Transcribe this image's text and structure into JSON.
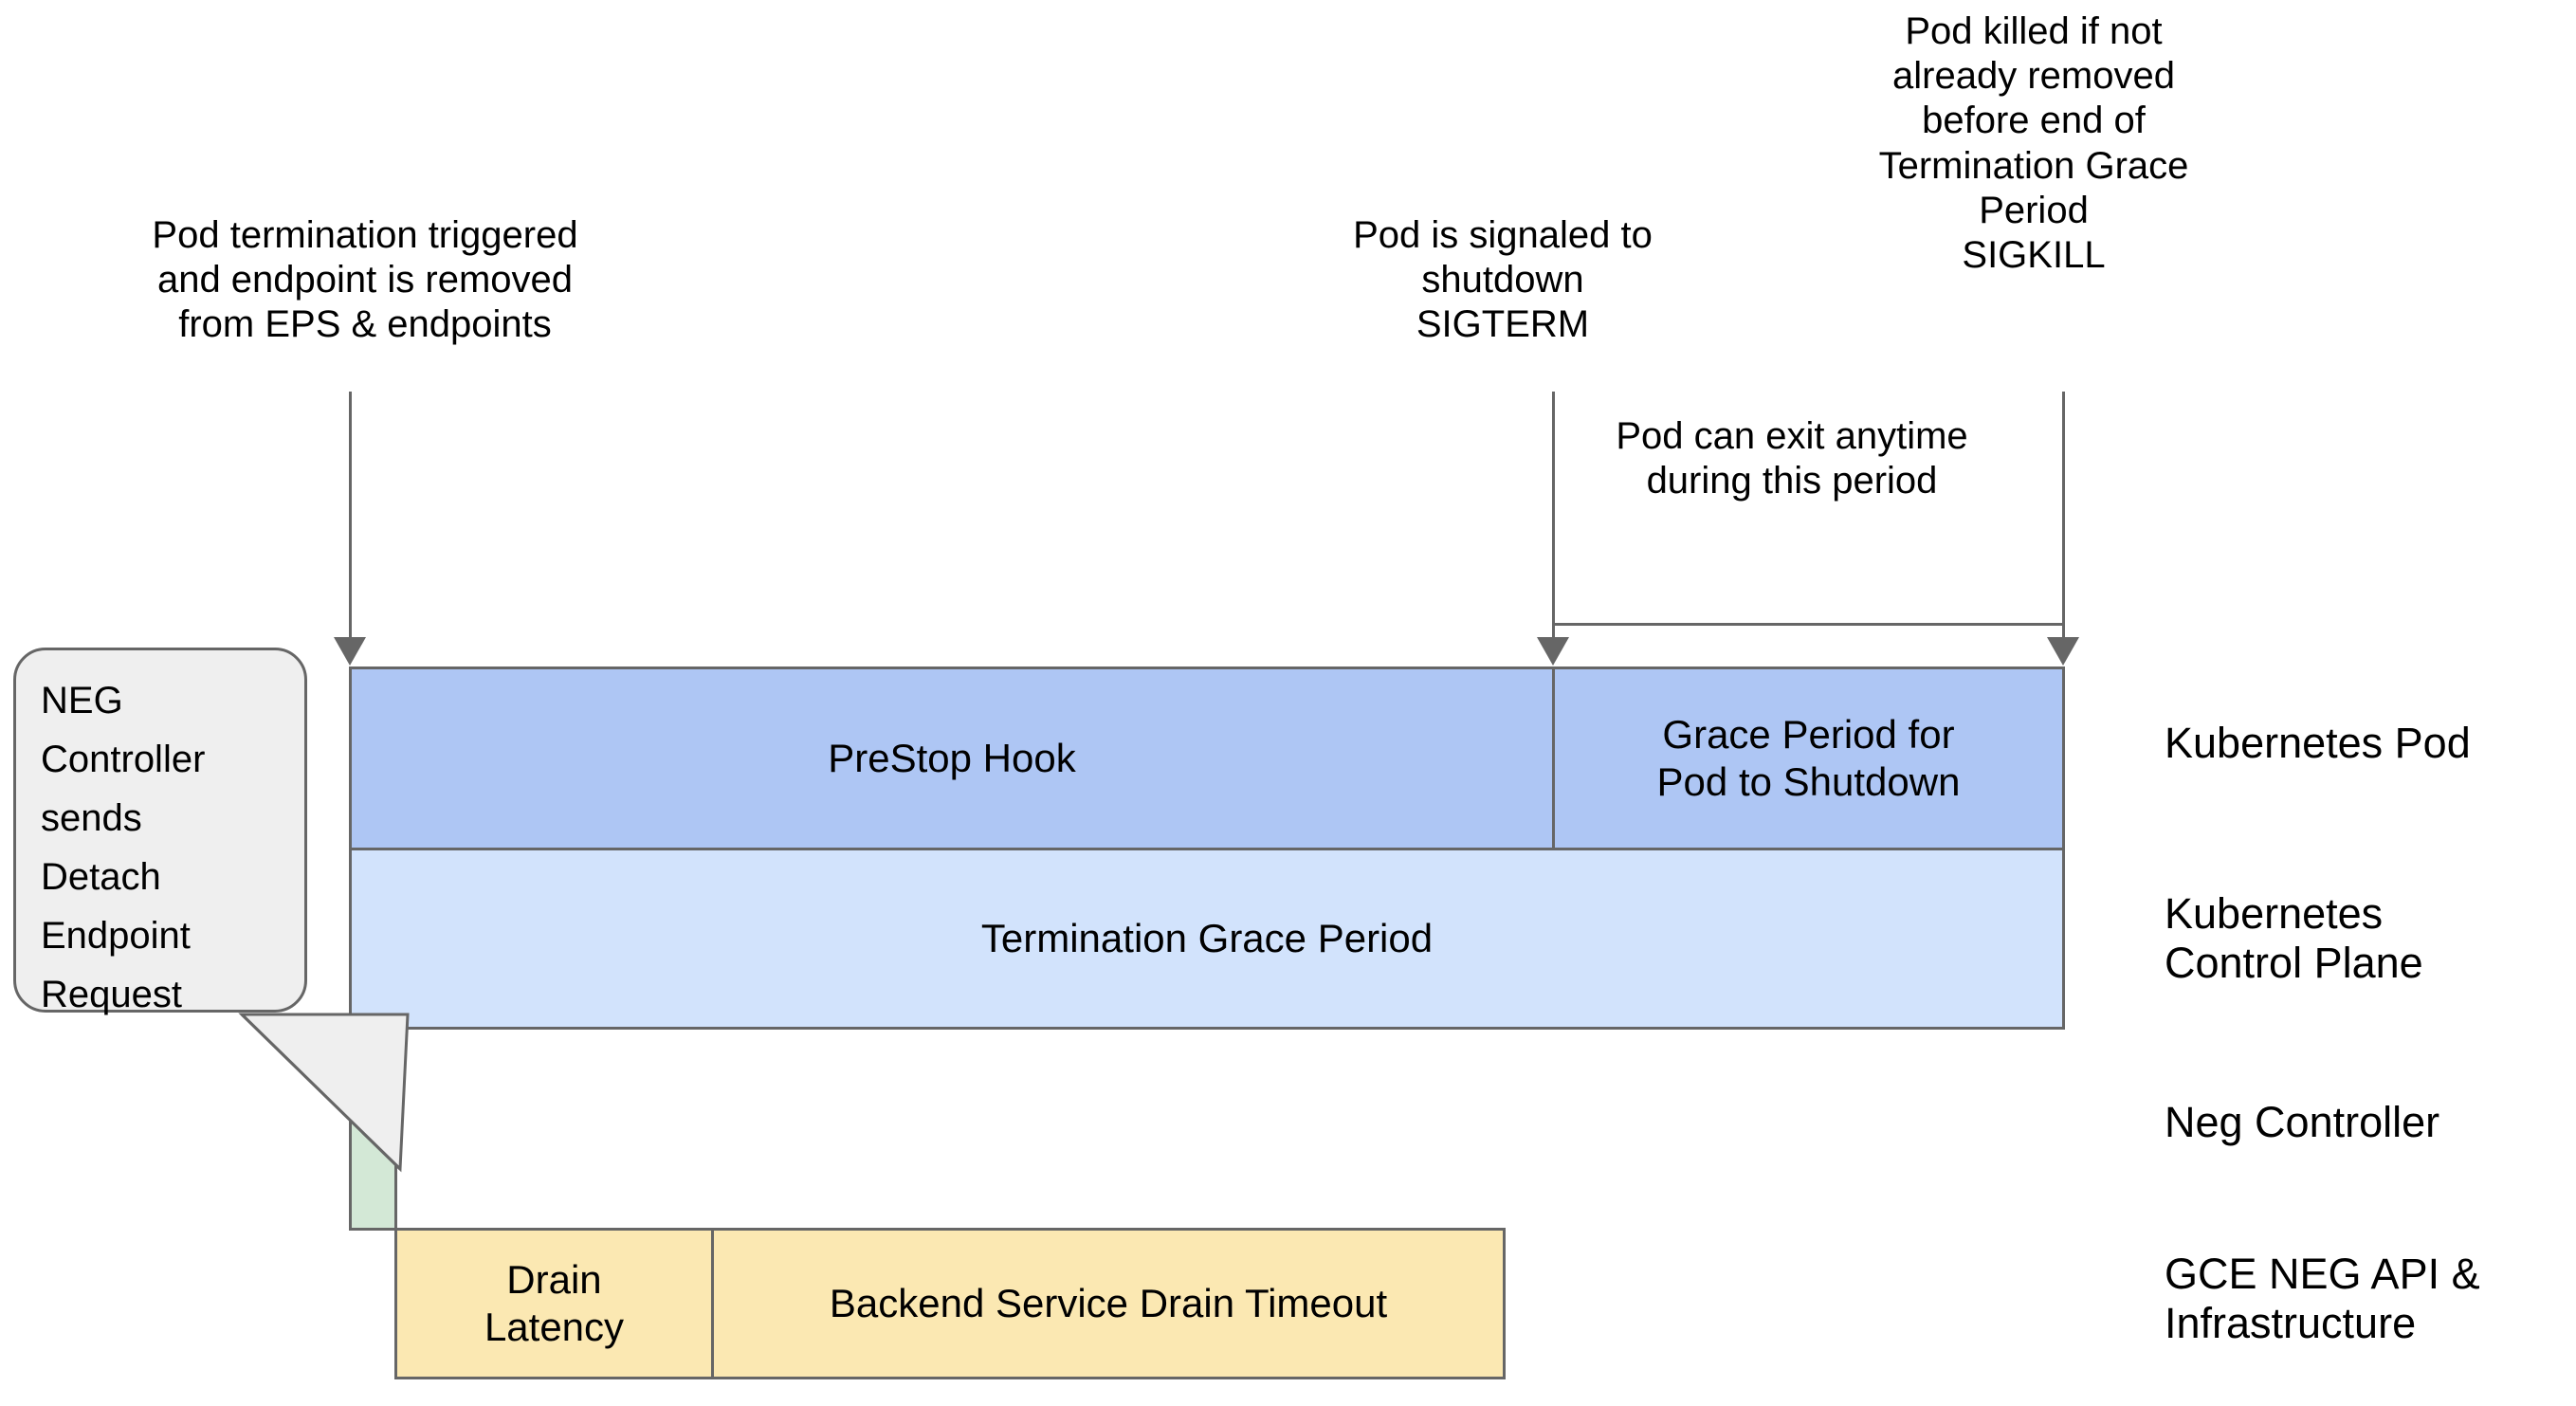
{
  "diagram": {
    "title": "Kubernetes Pod termination timeline with GCE NEG drain",
    "colors": {
      "prestop_fill": "#aec6f4",
      "grace_fill": "#aec6f4",
      "tgp_fill": "#d2e3fc",
      "neg_fill": "#d3e8d6",
      "drain_fill": "#fbe8b2",
      "backend_fill": "#fbe8b2",
      "callout_fill": "#efefef",
      "stroke": "#666666",
      "background": "#ffffff",
      "text": "#000000"
    }
  },
  "annotations": [
    {
      "id": "pod-termination-triggered",
      "text": "Pod termination triggered\nand endpoint is removed\nfrom EPS & endpoints"
    },
    {
      "id": "pod-signaled-shutdown",
      "text": "Pod is signaled to\nshutdown\nSIGTERM"
    },
    {
      "id": "pod-killed-sigkill",
      "text": "Pod killed if not\nalready removed\nbefore end of\nTermination Grace\nPeriod\nSIGKILL"
    },
    {
      "id": "pod-can-exit-anytime",
      "text": "Pod can exit anytime\nduring this period"
    }
  ],
  "callout": {
    "id": "neg-controller-callout",
    "text": "NEG\nController\nsends\nDetach\nEndpoint\nRequest"
  },
  "bars": [
    {
      "id": "prestop-hook",
      "label": "PreStop Hook"
    },
    {
      "id": "grace-period-for-pod-to-shutdown",
      "label": "Grace Period for\nPod to Shutdown"
    },
    {
      "id": "termination-grace-period",
      "label": "Termination Grace Period"
    },
    {
      "id": "neg-detach-window",
      "label": ""
    },
    {
      "id": "drain-latency",
      "label": "Drain\nLatency"
    },
    {
      "id": "backend-service-drain-timeout",
      "label": "Backend Service Drain Timeout"
    }
  ],
  "lanes": [
    {
      "id": "kubernetes-pod",
      "label": "Kubernetes Pod"
    },
    {
      "id": "kubernetes-control-plane",
      "label": "Kubernetes\nControl Plane"
    },
    {
      "id": "neg-controller",
      "label": "Neg Controller"
    },
    {
      "id": "gce-neg-api-infrastructure",
      "label": "GCE NEG API &\nInfrastructure"
    }
  ]
}
